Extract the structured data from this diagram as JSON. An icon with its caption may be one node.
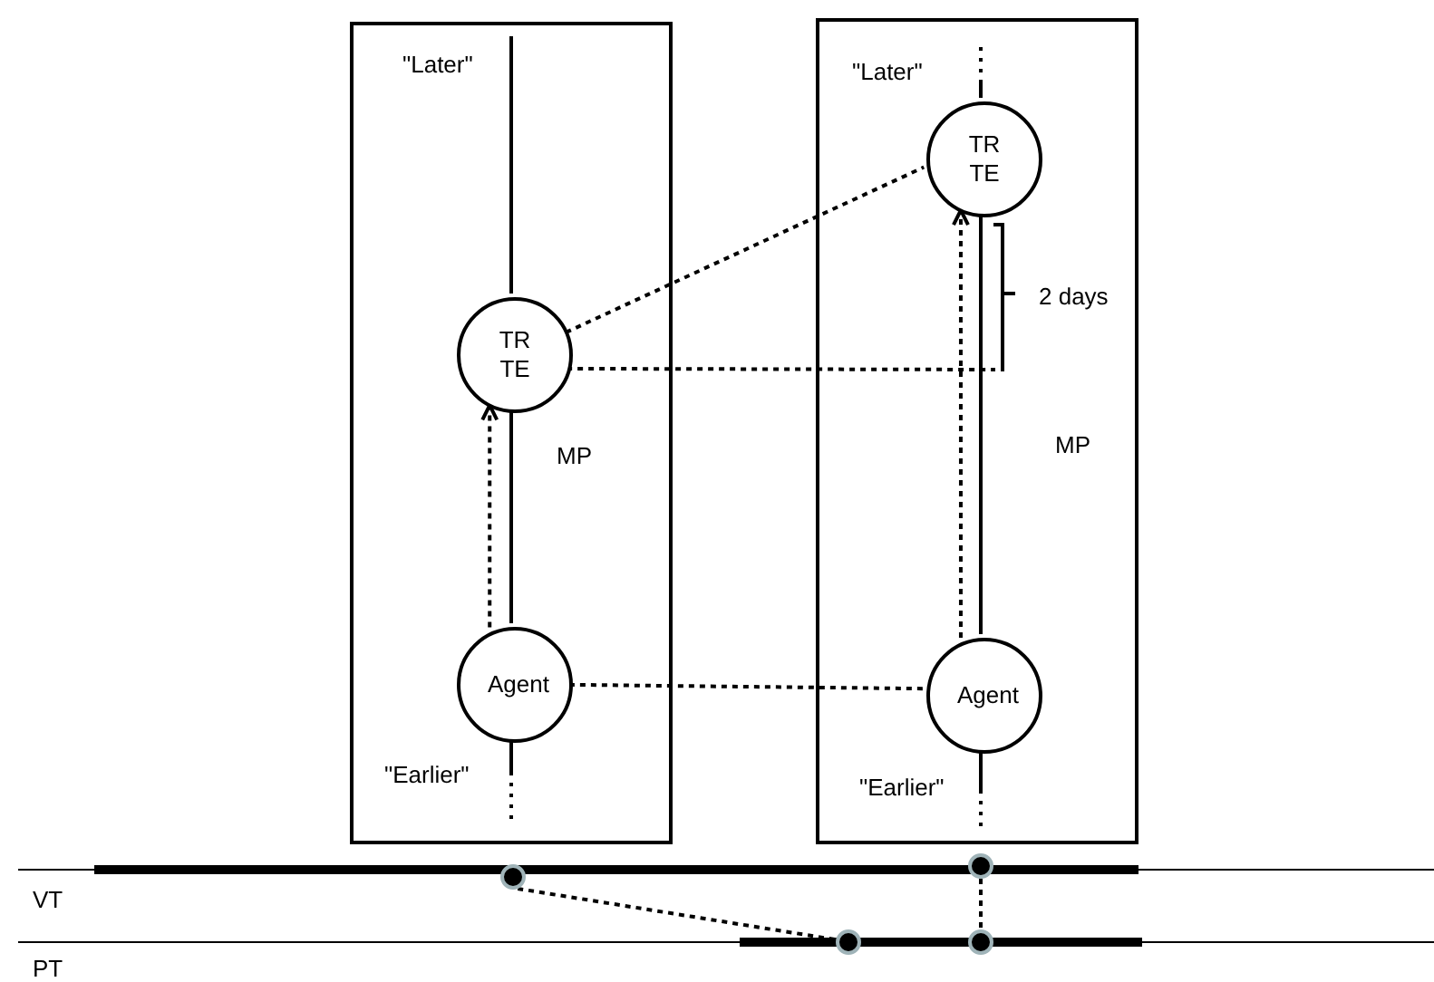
{
  "diagram": {
    "nodes": [
      {
        "text": [
          "MP"
        ]
      },
      {
        "text": [
          "TR TE"
        ],
        "in": 0
      },
      {
        "text": [
          "Agent"
        ],
        "in": 0
      },
      {
        "text": [
          "MP"
        ]
      },
      {
        "text": [
          "TR TE"
        ],
        "in": 3
      },
      {
        "text": [
          "Agent"
        ],
        "in": 3
      },
      {
        "text": [],
        "shape": "circle"
      },
      {
        "text": [],
        "shape": "circle"
      },
      {
        "text": [],
        "shape": "circle"
      },
      {
        "text": [],
        "shape": "circle"
      }
    ],
    "edges": [
      {
        "from": 2,
        "to": 1,
        "arrow": "none"
      },
      {
        "from": 2,
        "to": 1,
        "arrow": "to",
        "style": "dashed"
      },
      {
        "from": 1,
        "to": 4,
        "arrow": "none",
        "style": "dashed"
      },
      {
        "from": 1,
        "to": null,
        "arrow": "none",
        "style": "dashed"
      },
      {
        "from": 2,
        "to": 5,
        "arrow": "none",
        "style": "dashed"
      },
      {
        "from": 5,
        "to": 4,
        "arrow": "none"
      },
      {
        "from": 5,
        "to": 4,
        "arrow": "to",
        "style": "dashed"
      },
      {
        "from": 1,
        "to": null,
        "arrow": "none",
        "style": "dashed"
      },
      {
        "from": 2,
        "to": null,
        "arrow": "none",
        "style": "dashed"
      },
      {
        "from": 4,
        "to": null,
        "arrow": "none",
        "style": "dashed"
      },
      {
        "from": 5,
        "to": null,
        "arrow": "none",
        "style": "dashed"
      },
      {
        "from": 6,
        "to": 8,
        "arrow": "none",
        "style": "dashed"
      },
      {
        "from": 7,
        "to": 9,
        "arrow": "none",
        "style": "dashed"
      }
    ],
    "labels": [
      "\"Later\"",
      "\"Later\"",
      "2 days",
      "\"Earlier\"",
      "\"Earlier\"",
      "VT",
      "PT"
    ]
  }
}
